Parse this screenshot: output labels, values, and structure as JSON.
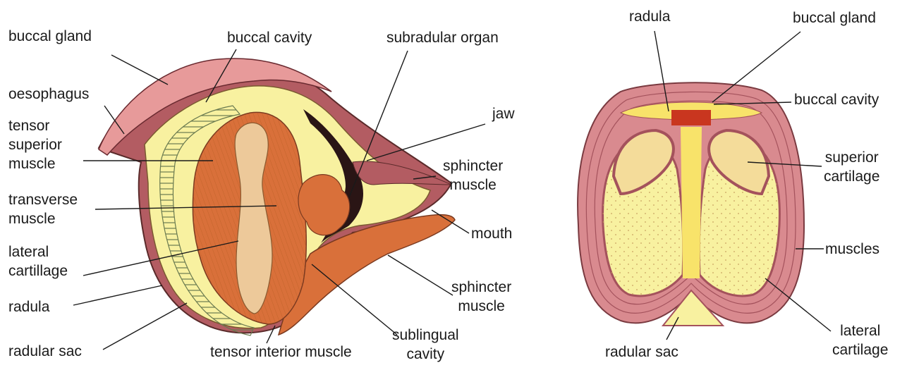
{
  "left_figure": {
    "labels": {
      "buccal_gland": "buccal gland",
      "buccal_cavity": "buccal cavity",
      "subradular_organ": "subradular organ",
      "oesophagus": "oesophagus",
      "tensor_superior_muscle": "tensor\nsuperior\nmuscle",
      "jaw": "jaw",
      "sphincter_muscle_upper": "sphincter\nmuscle",
      "transverse_muscle": "transverse\nmuscle",
      "mouth": "mouth",
      "lateral_cartillage": "lateral\ncartillage",
      "radula": "radula",
      "sphincter_muscle_lower": "sphincter\nmuscle",
      "sublingual_cavity": "sublingual\ncavity",
      "radular_sac": "radular sac",
      "tensor_interior_muscle": "tensor interior muscle"
    }
  },
  "right_figure": {
    "labels": {
      "radula": "radula",
      "buccal_gland": "buccal gland",
      "buccal_cavity": "buccal cavity",
      "superior_cartilage": "superior\ncartilage",
      "muscles": "muscles",
      "lateral_cartilage": "lateral\ncartilage",
      "radular_sac": "radular sac"
    }
  },
  "colors": {
    "pink_tissue": "#d98a8f",
    "dark_tissue": "#a4525c",
    "cream": "#f8f1a0",
    "orange_muscle": "#d9703a",
    "tan_cartilage": "#edc99a",
    "red_radula": "#c9361f"
  }
}
